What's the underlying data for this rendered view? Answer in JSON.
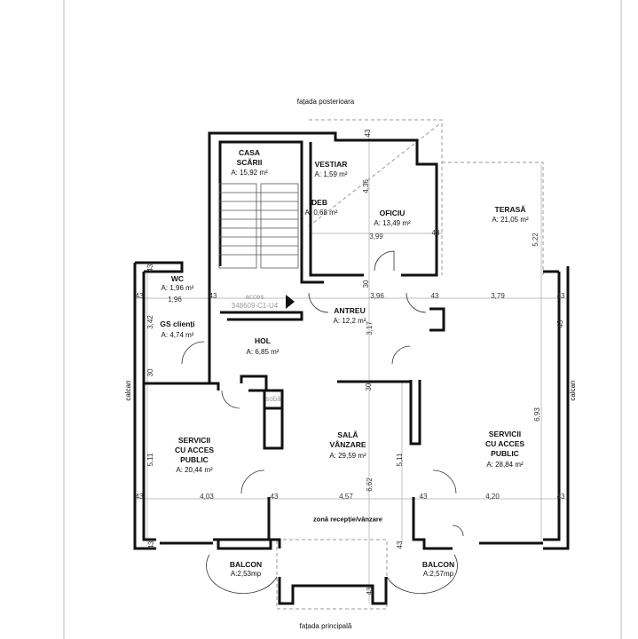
{
  "facades": {
    "rear": "fațada posterioara",
    "front": "fațada principală"
  },
  "side_labels": {
    "left": "calcan",
    "right": "calcan"
  },
  "rooms": {
    "casa_scarii": {
      "name1": "CASA",
      "name2": "SCĂRII",
      "area": "A: 15,92 m²"
    },
    "vestiar": {
      "name": "VESTIAR",
      "area": "A: 1,59 m²"
    },
    "deb": {
      "name": "DEB",
      "area": "A: 0,68 m²"
    },
    "oficiu": {
      "name": "OFICIU",
      "area": "A: 13,49 m²"
    },
    "terasa": {
      "name": "TERASĂ",
      "area": "A: 21,05 m²"
    },
    "wc": {
      "name": "WC",
      "area": "A: 1,96 m²"
    },
    "gs_clienti": {
      "name": "GS clienți",
      "area": "A: 4,74 m²"
    },
    "antreu": {
      "name": "ANTREU",
      "area": "A: 12,2 m²"
    },
    "hol": {
      "name": "HOL",
      "area": "A: 6,85 m²"
    },
    "servicii_left": {
      "name1": "SERVICII",
      "name2": "CU ACCES",
      "name3": "PUBLIC",
      "area": "A: 20,44 m²"
    },
    "sala_vanzare": {
      "name1": "SALĂ",
      "name2": "VÂNZARE",
      "area": "A: 29,59 m²"
    },
    "servicii_right": {
      "name1": "SERVICII",
      "name2": "CU ACCES",
      "name3": "PUBLIC",
      "area": "A: 28,84 m²"
    },
    "zona": {
      "name": "zonă recepție/vânzare"
    },
    "balcon_left": {
      "name": "BALCON",
      "area": "A:2,53mp"
    },
    "balcon_right": {
      "name": "BALCON",
      "area": "A:2,57mp"
    },
    "soba": {
      "name": "sobă"
    }
  },
  "access": {
    "line1": "acces",
    "line2": "348609-C1-U4"
  },
  "dimensions": [
    "43",
    "4,36",
    "3,99",
    "43",
    "5,22",
    "43",
    "1,96",
    "43",
    "3,96",
    "30",
    "43",
    "3,79",
    "43",
    "43",
    "3,42",
    "3,17",
    "30",
    "30",
    "43",
    "6,93",
    "5,11",
    "5,11",
    "6,62",
    "4,03",
    "4,57",
    "4,20",
    "43",
    "43",
    "43",
    "43",
    "43",
    "43",
    "43"
  ]
}
